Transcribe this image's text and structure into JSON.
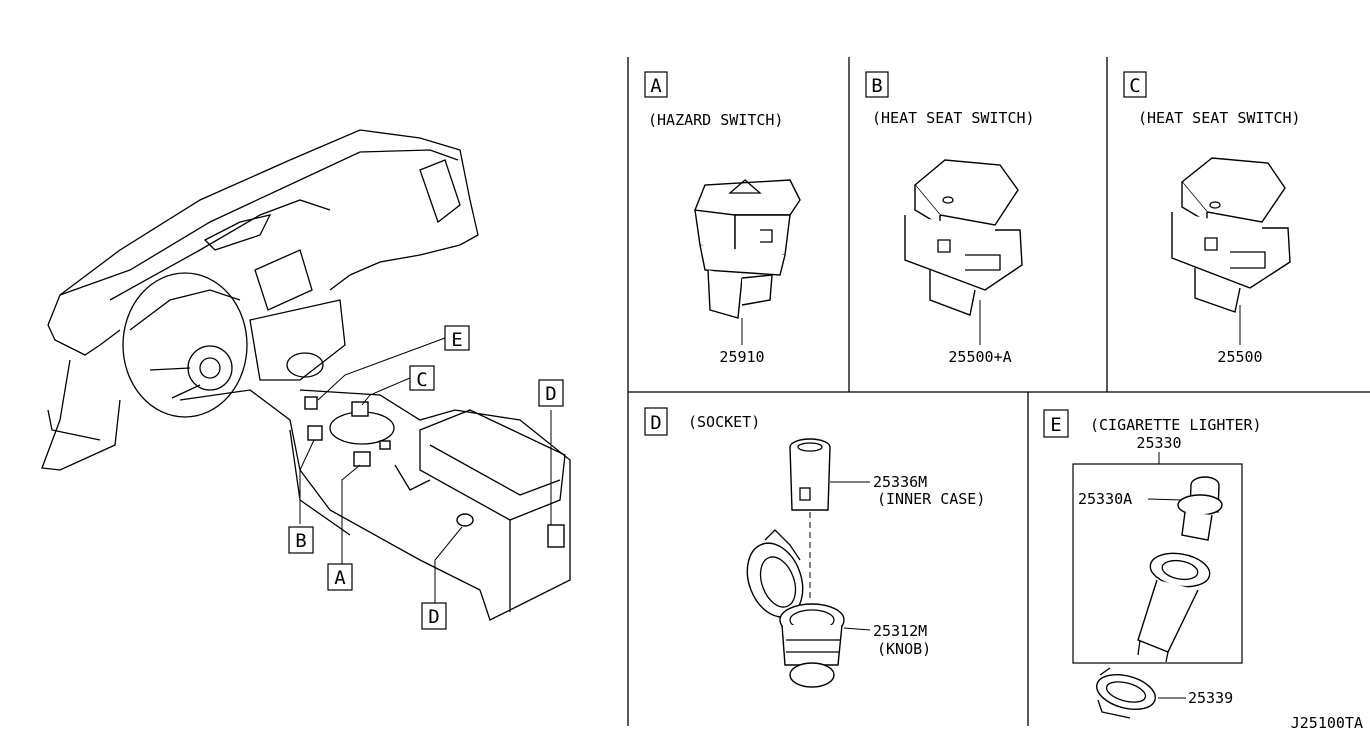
{
  "diagram_id": "J25100TA",
  "callouts": {
    "a": "A",
    "b": "B",
    "c": "C",
    "d": "D",
    "e": "E"
  },
  "sections": {
    "A": {
      "letter": "A",
      "title": "(HAZARD SWITCH)",
      "part": "25910"
    },
    "B": {
      "letter": "B",
      "title": "(HEAT SEAT SWITCH)",
      "part": "25500+A"
    },
    "C": {
      "letter": "C",
      "title": "(HEAT SEAT SWITCH)",
      "part": "25500"
    },
    "D": {
      "letter": "D",
      "title": "(SOCKET)",
      "parts": [
        {
          "number": "25336M",
          "desc": "(INNER CASE)"
        },
        {
          "number": "25312M",
          "desc": "(KNOB)"
        }
      ]
    },
    "E": {
      "letter": "E",
      "title": "(CIGARETTE LIGHTER)",
      "assembly": "25330",
      "parts": [
        {
          "number": "25330A"
        },
        {
          "number": "25339"
        }
      ]
    }
  }
}
